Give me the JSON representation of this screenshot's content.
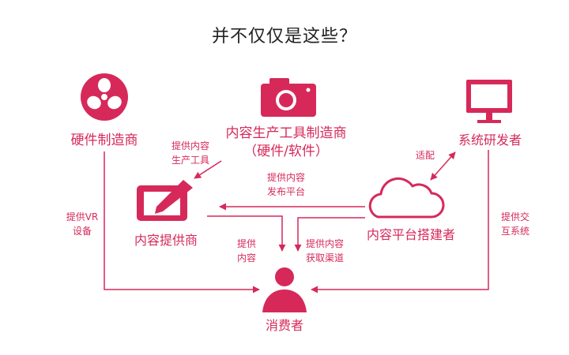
{
  "colors": {
    "accent": "#D6295A",
    "title": "#222222",
    "background": "#ffffff"
  },
  "title": "并不仅仅是这些？",
  "nodes": {
    "hardware": {
      "label": "硬件制造商",
      "icon": "film-reel-icon"
    },
    "content_tools": {
      "line1": "内容生产工具制造商",
      "line2": "（硬件/软件）",
      "icon": "camera-icon"
    },
    "system_dev": {
      "label": "系统研发者",
      "icon": "monitor-icon"
    },
    "content_provider": {
      "label": "内容提供商",
      "icon": "pencil-edit-icon"
    },
    "platform": {
      "label": "内容平台搭建者",
      "icon": "cloud-icon"
    },
    "consumer": {
      "label": "消费者",
      "icon": "person-icon"
    }
  },
  "edges": {
    "tools_to_provider": {
      "line1": "提供内容",
      "line2": "生产工具"
    },
    "adapt": {
      "label": "适配"
    },
    "platform_publish": {
      "line1": "提供内容",
      "line2": "发布平台"
    },
    "vr": {
      "line1": "提供VR",
      "line2": "设备"
    },
    "interaction": {
      "line1": "提供交",
      "line2": "互系统"
    },
    "provide_content": {
      "line1": "提供",
      "line2": "内容"
    },
    "channel": {
      "line1": "提供内容",
      "line2": "获取渠道"
    }
  }
}
